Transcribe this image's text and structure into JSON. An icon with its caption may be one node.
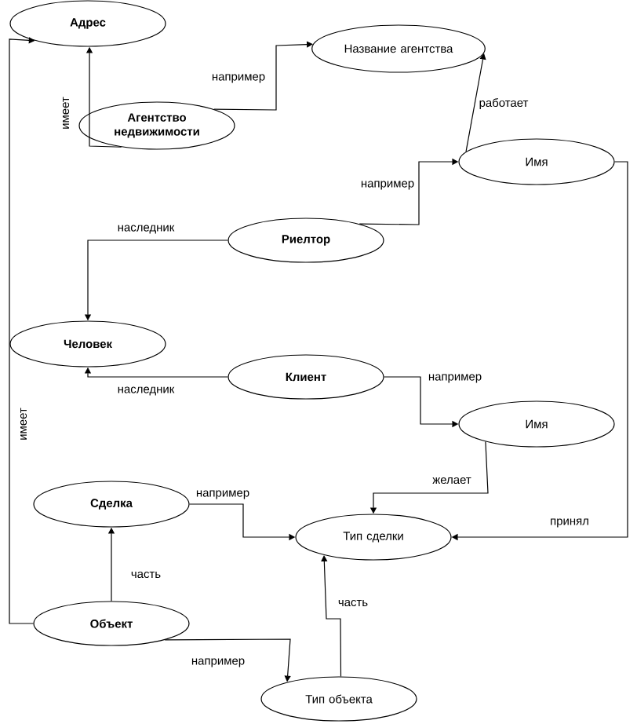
{
  "diagram": {
    "nodes": [
      {
        "text": [
          "Адрес"
        ]
      },
      {
        "text": [
          "Название агентства"
        ]
      },
      {
        "text": [
          "Агентство недвижимости"
        ]
      },
      {
        "text": [
          "Имя"
        ]
      },
      {
        "text": [
          "Риелтор"
        ]
      },
      {
        "text": [
          "Человек"
        ]
      },
      {
        "text": [
          "Клиент"
        ]
      },
      {
        "text": [
          "Имя"
        ]
      },
      {
        "text": [
          "Сделка"
        ]
      },
      {
        "text": [
          "Тип сделки"
        ]
      },
      {
        "text": [
          "Объект"
        ]
      },
      {
        "text": [
          "Тип объекта"
        ]
      }
    ],
    "edges": [
      {
        "from": 2,
        "to": 0,
        "arrow": "to",
        "label": "имеет"
      },
      {
        "from": 2,
        "to": 1,
        "arrow": "to",
        "label": "например"
      },
      {
        "from": 3,
        "to": 1,
        "arrow": "to",
        "label": "работает"
      },
      {
        "from": 4,
        "to": 3,
        "arrow": "to",
        "label": "например"
      },
      {
        "from": 4,
        "to": 5,
        "arrow": "to",
        "label": "наследник"
      },
      {
        "from": 6,
        "to": 5,
        "arrow": "to",
        "label": "наследник"
      },
      {
        "from": 6,
        "to": 7,
        "arrow": "to",
        "label": "например"
      },
      {
        "from": 7,
        "to": 9,
        "arrow": "to",
        "label": "желает"
      },
      {
        "from": 3,
        "to": 9,
        "arrow": "to",
        "label": "принял"
      },
      {
        "from": 8,
        "to": 9,
        "arrow": "to",
        "label": "например"
      },
      {
        "from": 10,
        "to": 8,
        "arrow": "to",
        "label": "часть"
      },
      {
        "from": 10,
        "to": 11,
        "arrow": "to",
        "label": "например"
      },
      {
        "from": 11,
        "to": 9,
        "arrow": "to",
        "label": "часть"
      },
      {
        "from": 10,
        "to": 0,
        "arrow": "to",
        "label": "имеет"
      }
    ]
  }
}
